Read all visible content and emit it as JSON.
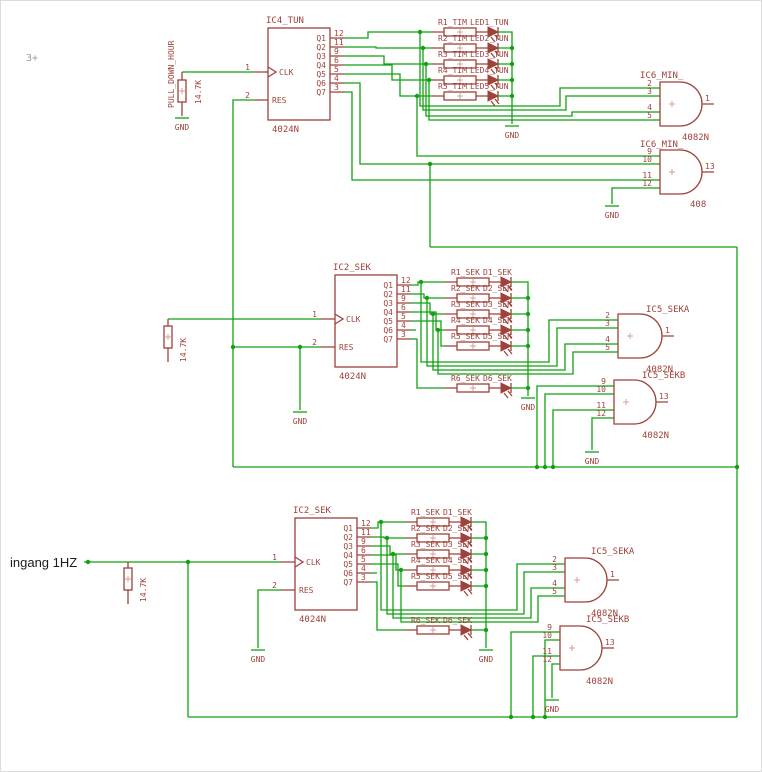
{
  "texts": {
    "corner": "3+",
    "input": "ingang 1HZ",
    "pull": "PULL_DOWN_HOUR",
    "rval": "14.7K",
    "gnd": "GND"
  },
  "top": {
    "ic": {
      "name": "IC4_TUN",
      "value": "4024N",
      "clk": "CLK",
      "res": "RES",
      "pin_clk": "1",
      "pin_res": "2",
      "q": [
        "Q1",
        "Q2",
        "Q3",
        "Q4",
        "Q5",
        "Q6",
        "Q7"
      ],
      "qp": [
        "12",
        "11",
        "9",
        "6",
        "5",
        "4",
        "3"
      ]
    },
    "rows": [
      {
        "r": "R1_TIM",
        "d": "LED1_TUN"
      },
      {
        "r": "R2_TIM",
        "d": "LED2_TUN"
      },
      {
        "r": "R3_TIM",
        "d": "LED3_TUN"
      },
      {
        "r": "R4_TIM",
        "d": "LED4_TUN"
      },
      {
        "r": "R5_TIM",
        "d": "LED5_TUN"
      }
    ],
    "gateA": {
      "name": "IC6_MIN_",
      "value": "4082N",
      "p": [
        "2",
        "3",
        "4",
        "5"
      ],
      "out": "1"
    },
    "gateB": {
      "name": "IC6_MIN_",
      "value": "408",
      "p": [
        "9",
        "10",
        "11",
        "12"
      ],
      "out": "13"
    }
  },
  "mid": {
    "ic": {
      "name": "IC2_SEK",
      "value": "4024N",
      "clk": "CLK",
      "res": "RES",
      "pin_clk": "1",
      "pin_res": "2",
      "q": [
        "Q1",
        "Q2",
        "Q3",
        "Q4",
        "Q5",
        "Q6",
        "Q7"
      ],
      "qp": [
        "12",
        "11",
        "9",
        "6",
        "5",
        "4",
        "3"
      ]
    },
    "rows": [
      {
        "r": "R1_SEK",
        "d": "D1_SEK"
      },
      {
        "r": "R2_SEK",
        "d": "D2_SEK"
      },
      {
        "r": "R3_SEK",
        "d": "D3_SEK"
      },
      {
        "r": "R4_SEK",
        "d": "D4_SEK"
      },
      {
        "r": "R5_SEK",
        "d": "D5_SEK"
      },
      {
        "r": "R6_SEK",
        "d": "D6_SEK"
      }
    ],
    "gateA": {
      "name": "IC5_SEKA",
      "value": "4082N",
      "p": [
        "2",
        "3",
        "4",
        "5"
      ],
      "out": "1"
    },
    "gateB": {
      "name": "IC5_SEKB",
      "value": "4082N",
      "p": [
        "9",
        "10",
        "11",
        "12"
      ],
      "out": "13"
    }
  },
  "bot": {
    "ic": {
      "name": "IC2_SEK",
      "value": "4024N",
      "clk": "CLK",
      "res": "RES",
      "pin_clk": "1",
      "pin_res": "2",
      "q": [
        "Q1",
        "Q2",
        "Q3",
        "Q4",
        "Q5",
        "Q6",
        "Q7"
      ],
      "qp": [
        "12",
        "11",
        "9",
        "6",
        "5",
        "4",
        "3"
      ]
    },
    "rows": [
      {
        "r": "R1_SEK",
        "d": "D1_SEK"
      },
      {
        "r": "R2_SEK",
        "d": "D2_SEK"
      },
      {
        "r": "R3_SEK",
        "d": "D3_SEK"
      },
      {
        "r": "R4_SEK",
        "d": "D4_SEK"
      },
      {
        "r": "R5_SEK",
        "d": "D5_SEK"
      },
      {
        "r": "R6_SEK",
        "d": "D6_SEK"
      }
    ],
    "gateA": {
      "name": "IC5_SEKA",
      "value": "4082N",
      "p": [
        "2",
        "3",
        "4",
        "5"
      ],
      "out": "1"
    },
    "gateB": {
      "name": "IC5_SEKB",
      "value": "4082N",
      "p": [
        "9",
        "10",
        "11",
        "12"
      ],
      "out": "13"
    }
  }
}
